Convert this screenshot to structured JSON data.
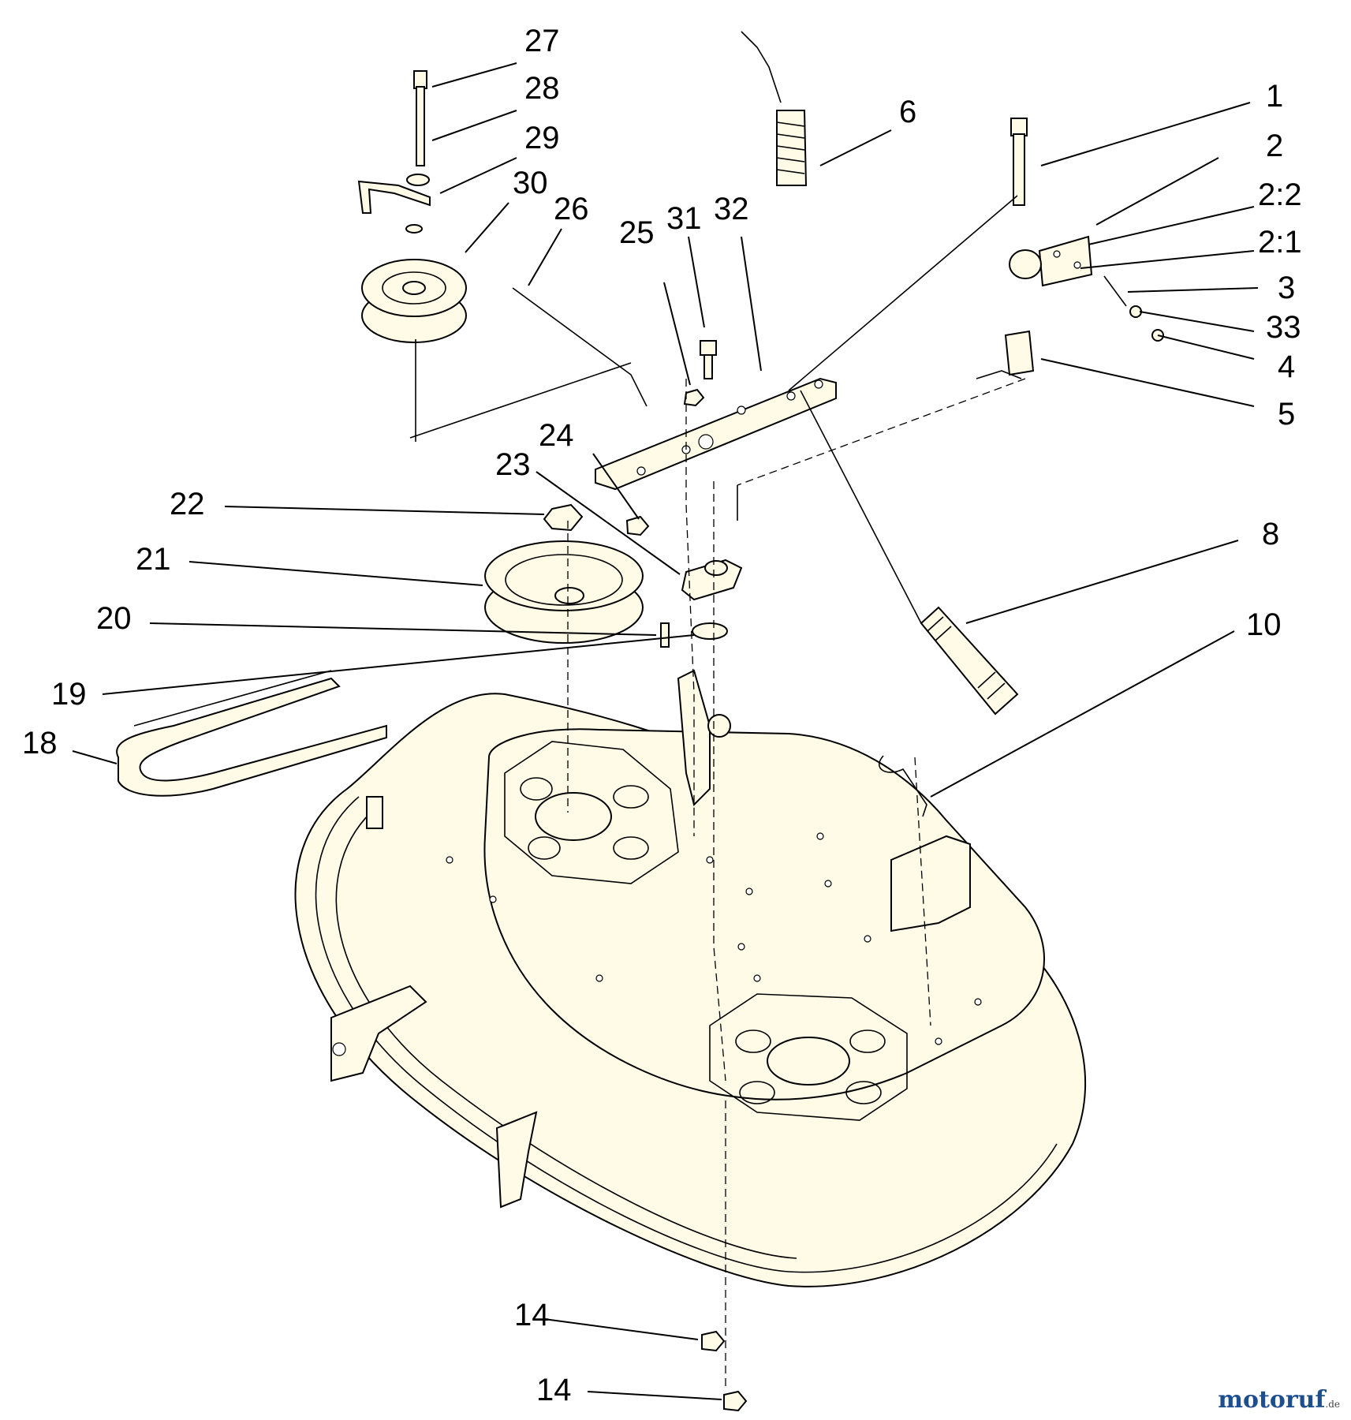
{
  "diagram": {
    "callouts": [
      "1",
      "2",
      "2:2",
      "2:1",
      "3",
      "33",
      "4",
      "5",
      "6",
      "8",
      "10",
      "14",
      "14",
      "18",
      "19",
      "20",
      "21",
      "22",
      "23",
      "24",
      "25",
      "26",
      "27",
      "28",
      "29",
      "30",
      "31",
      "32"
    ]
  },
  "watermark": {
    "text": "motoruf",
    "suffix": ".de"
  }
}
